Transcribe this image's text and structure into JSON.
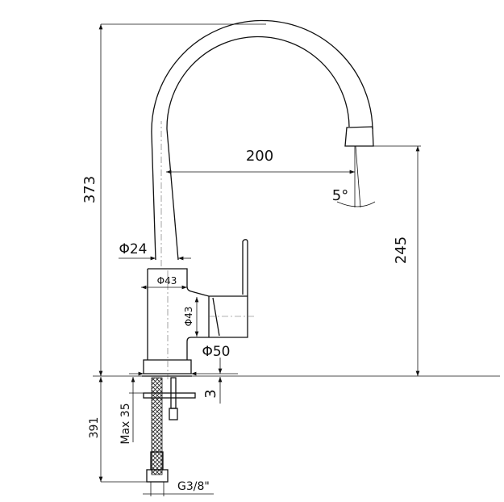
{
  "drawing": {
    "height_total": "373",
    "reach": "200",
    "spout_angle": "5°",
    "spout_height": "245",
    "spout_diameter": "Φ24",
    "body_top_diameter": "Φ43",
    "handle_diameter": "Φ43",
    "base_diameter": "Φ50",
    "base_thickness": "3",
    "hose_length": "391",
    "max_counter_thickness": "Max 35",
    "connection_thread": "G3/8\""
  },
  "colors": {
    "line": "#111111",
    "background": "#ffffff"
  }
}
